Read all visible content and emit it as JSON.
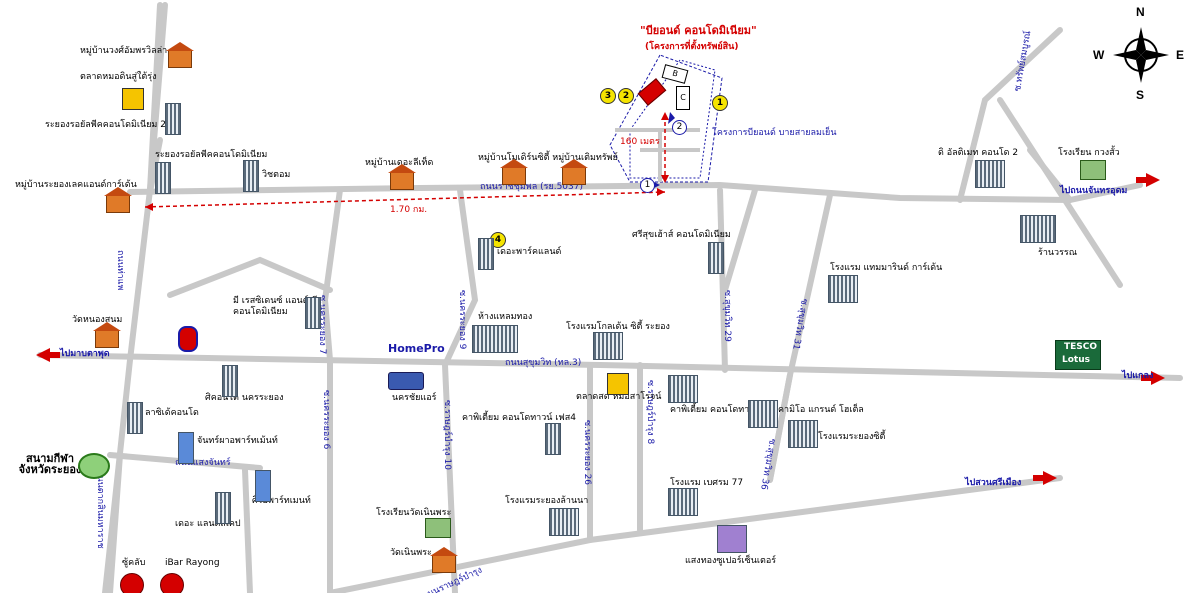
{
  "project": {
    "title": "\"บียอนด์ คอนโดมิเนียม\"",
    "subtitle": "(โครงการที่ตั้งทรัพย์สิน)",
    "nearby_project": "โครงการบียอนด์ บายสายลมเย็น",
    "distance_short": "160 เมตร",
    "distance_long": "1.70 กม.",
    "block_b": "B",
    "block_c": "C"
  },
  "compass": {
    "n": "N",
    "s": "S",
    "e": "E",
    "w": "W"
  },
  "roads": {
    "ratchaphon": "ถนนราชชุมพล (รย.5037)",
    "sukhumvit": "ถนนสุขุมวิท (ทล.3)",
    "saengchan": "ถนนแสงจันทร์",
    "ratbamrung": "ถนนราษฎร์บำรุง",
    "tapong": "ถนนท่าแพ",
    "napraduu": "ถนนตากสินมหาราช",
    "soi_1": "ซ.ทรัพย์สมบูรณ์",
    "soi_nakorn7": "ซ.นครระยอง 7",
    "soi_nakorn9": "ซ.นครระยอง 9",
    "soi_nakorn6": "ซ.นครระยอง 6",
    "soi_rat10": "ซ.ราษฎร์บำรุง 10",
    "soi_nakorn26": "ซ.นครระยอง 26",
    "soi_rat8": "ซ.ราษฎร์บำรุง 8",
    "soi_suk29": "ซ.สุขุมวิท 29",
    "soi_suk31": "ซ.สุขุมวิท 31",
    "soi_suk36": "ซ.สุขุมวิท 36"
  },
  "directions": {
    "to_chanthaburi": "ไปถนนจันทรอุดม",
    "to_mabtaphut": "ไปมาบตาพุด",
    "to_klaeng": "ไปแกลง",
    "to_suanson": "ไปสวนศรีเมือง"
  },
  "places": {
    "p1": "หมู่บ้านวงศ์อัมพรวิลล่า",
    "p2": "ตลาดหมอดินสู่ใต้รุ่ง",
    "p3": "ระยองรอยัลพีคคอนโดมิเนียม 2",
    "p4": "ระยองรอยัลพีคคอนโดมิเนียม",
    "p5": "วิชตอม",
    "p6": "หมู่บ้านระยองเลคแอนด์การ์เด้น",
    "p7": "หมู่บ้านเดอะลีเท็ด",
    "p8": "หมู่บ้านโมเดิร์นซิตี้ หมู่บ้านเติมทรัพย์",
    "p9": "ดิ อัลติเมท คอนโด 2",
    "p10": "โรงเรียน กวงสั้ว",
    "p11": "ศรีสุขเฮ้าส์ คอนโดมิเนียม",
    "p12": "เดอะพาร์คแลนด์",
    "p13": "ร้านวรรณ",
    "p14": "โรงแรม แทมมารินด์ การ์เด้น",
    "p15": "วัดหนองสนม",
    "p16": "มี เรสซิเดนซ์ แอนด์ มี คอนโดมิเนียม",
    "p17": "ห้างแหลมทอง",
    "p18": "โรงแรมโกลเด้น ซิตี้ ระยอง",
    "p19": "HomePro",
    "p20": "ศิคอนโด นครระยอง",
    "p21": "ลาซิเด้คอนโด",
    "p22": "นครชัยแอร์",
    "p23": "ตลาดสด หมอสาโรจน์",
    "p24": "คาพิเตี้ยม คอนโดทาวน์",
    "p25": "คาพิเตี้ยม คอนโดทาวน์ เฟส4",
    "p26": "คามิโอ แกรนด์ โฮเต็ล",
    "p27": "โรงแรมระยองซิตี้",
    "p28": "จันทร์ผาอพาร์ทเม้นท์",
    "p29": "สนามกีฬา จังหวัดระยอง",
    "p30": "ศิริอพาร์ทเมนท์",
    "p31": "เดอะ แลนด์สเคป",
    "p32": "โรงแรมระยองล้านนา",
    "p33": "โรงแรม เบศรม 77",
    "p34": "โรงเรียนวัดเนินพระ",
    "p35": "วัดเนินพระ",
    "p36": "แสงทองซูเปอร์เซ็นเตอร์",
    "p37": "ซู้คลับ",
    "p38": "iBar Rayong",
    "p39": "TESCO",
    "p40": "Lotus"
  },
  "markers": {
    "m1": "1",
    "m2": "2",
    "m3": "3",
    "m4": "4"
  },
  "colors": {
    "road": "#c8c8c8",
    "accent_red": "#d40000",
    "accent_blue": "#1a1aa8",
    "marker_yellow": "#f5e400"
  }
}
